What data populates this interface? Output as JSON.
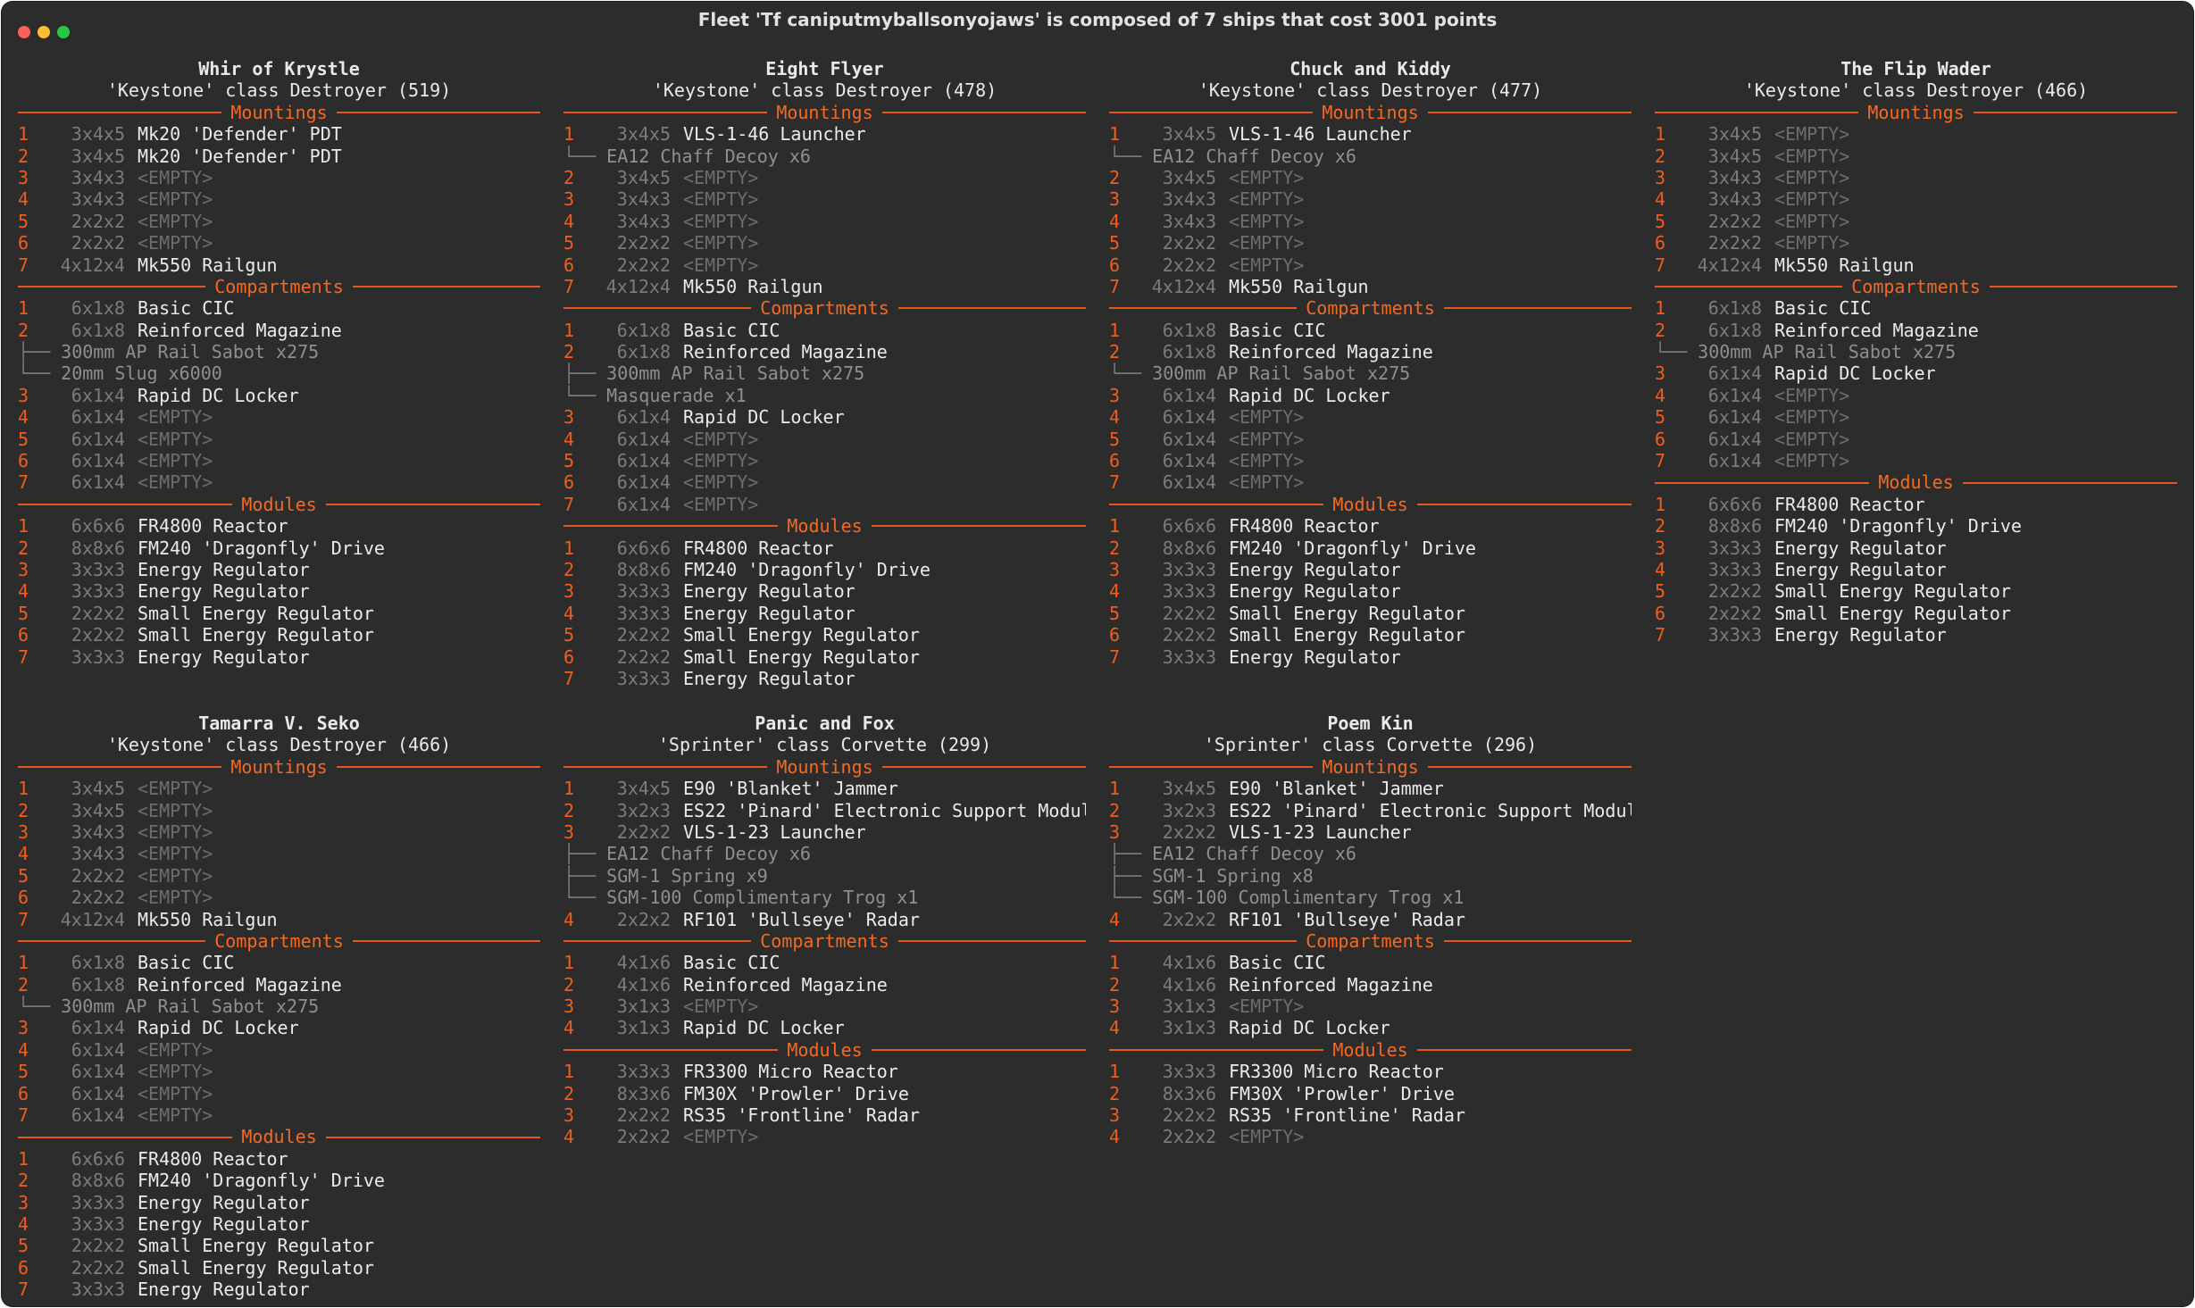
{
  "window": {
    "title": "Fleet 'Tf caniputmyballsonyojaws' is composed of 7 ships that cost 3001 points"
  },
  "section_labels": {
    "mountings": "Mountings",
    "compartments": "Compartments",
    "modules": "Modules"
  },
  "ships": [
    {
      "name": "Whir of Krystle",
      "class_line": "'Keystone' class Destroyer (519)",
      "mountings": [
        {
          "idx": "1",
          "size": "3x4x5",
          "item": "Mk20 'Defender' PDT"
        },
        {
          "idx": "2",
          "size": "3x4x5",
          "item": "Mk20 'Defender' PDT"
        },
        {
          "idx": "3",
          "size": "3x4x3",
          "item": "<EMPTY>"
        },
        {
          "idx": "4",
          "size": "3x4x3",
          "item": "<EMPTY>"
        },
        {
          "idx": "5",
          "size": "2x2x2",
          "item": "<EMPTY>"
        },
        {
          "idx": "6",
          "size": "2x2x2",
          "item": "<EMPTY>"
        },
        {
          "idx": "7",
          "size": "4x12x4",
          "item": "Mk550 Railgun"
        }
      ],
      "compartments": [
        {
          "idx": "1",
          "size": "6x1x8",
          "item": "Basic CIC"
        },
        {
          "idx": "2",
          "size": "6x1x8",
          "item": "Reinforced Magazine",
          "subs": [
            {
              "branch": "├──",
              "text": "300mm AP Rail Sabot x275"
            },
            {
              "branch": "└──",
              "text": "20mm Slug x6000"
            }
          ]
        },
        {
          "idx": "3",
          "size": "6x1x4",
          "item": "Rapid DC Locker"
        },
        {
          "idx": "4",
          "size": "6x1x4",
          "item": "<EMPTY>"
        },
        {
          "idx": "5",
          "size": "6x1x4",
          "item": "<EMPTY>"
        },
        {
          "idx": "6",
          "size": "6x1x4",
          "item": "<EMPTY>"
        },
        {
          "idx": "7",
          "size": "6x1x4",
          "item": "<EMPTY>"
        }
      ],
      "modules": [
        {
          "idx": "1",
          "size": "6x6x6",
          "item": "FR4800 Reactor"
        },
        {
          "idx": "2",
          "size": "8x8x6",
          "item": "FM240 'Dragonfly' Drive"
        },
        {
          "idx": "3",
          "size": "3x3x3",
          "item": "Energy Regulator"
        },
        {
          "idx": "4",
          "size": "3x3x3",
          "item": "Energy Regulator"
        },
        {
          "idx": "5",
          "size": "2x2x2",
          "item": "Small Energy Regulator"
        },
        {
          "idx": "6",
          "size": "2x2x2",
          "item": "Small Energy Regulator"
        },
        {
          "idx": "7",
          "size": "3x3x3",
          "item": "Energy Regulator"
        }
      ]
    },
    {
      "name": "Eight Flyer",
      "class_line": "'Keystone' class Destroyer (478)",
      "mountings": [
        {
          "idx": "1",
          "size": "3x4x5",
          "item": "VLS-1-46 Launcher",
          "subs": [
            {
              "branch": "└──",
              "text": "EA12 Chaff Decoy x6"
            }
          ]
        },
        {
          "idx": "2",
          "size": "3x4x5",
          "item": "<EMPTY>"
        },
        {
          "idx": "3",
          "size": "3x4x3",
          "item": "<EMPTY>"
        },
        {
          "idx": "4",
          "size": "3x4x3",
          "item": "<EMPTY>"
        },
        {
          "idx": "5",
          "size": "2x2x2",
          "item": "<EMPTY>"
        },
        {
          "idx": "6",
          "size": "2x2x2",
          "item": "<EMPTY>"
        },
        {
          "idx": "7",
          "size": "4x12x4",
          "item": "Mk550 Railgun"
        }
      ],
      "compartments": [
        {
          "idx": "1",
          "size": "6x1x8",
          "item": "Basic CIC"
        },
        {
          "idx": "2",
          "size": "6x1x8",
          "item": "Reinforced Magazine",
          "subs": [
            {
              "branch": "├──",
              "text": "300mm AP Rail Sabot x275"
            },
            {
              "branch": "└──",
              "text": "Masquerade x1"
            }
          ]
        },
        {
          "idx": "3",
          "size": "6x1x4",
          "item": "Rapid DC Locker"
        },
        {
          "idx": "4",
          "size": "6x1x4",
          "item": "<EMPTY>"
        },
        {
          "idx": "5",
          "size": "6x1x4",
          "item": "<EMPTY>"
        },
        {
          "idx": "6",
          "size": "6x1x4",
          "item": "<EMPTY>"
        },
        {
          "idx": "7",
          "size": "6x1x4",
          "item": "<EMPTY>"
        }
      ],
      "modules": [
        {
          "idx": "1",
          "size": "6x6x6",
          "item": "FR4800 Reactor"
        },
        {
          "idx": "2",
          "size": "8x8x6",
          "item": "FM240 'Dragonfly' Drive"
        },
        {
          "idx": "3",
          "size": "3x3x3",
          "item": "Energy Regulator"
        },
        {
          "idx": "4",
          "size": "3x3x3",
          "item": "Energy Regulator"
        },
        {
          "idx": "5",
          "size": "2x2x2",
          "item": "Small Energy Regulator"
        },
        {
          "idx": "6",
          "size": "2x2x2",
          "item": "Small Energy Regulator"
        },
        {
          "idx": "7",
          "size": "3x3x3",
          "item": "Energy Regulator"
        }
      ]
    },
    {
      "name": "Chuck and Kiddy",
      "class_line": "'Keystone' class Destroyer (477)",
      "mountings": [
        {
          "idx": "1",
          "size": "3x4x5",
          "item": "VLS-1-46 Launcher",
          "subs": [
            {
              "branch": "└──",
              "text": "EA12 Chaff Decoy x6"
            }
          ]
        },
        {
          "idx": "2",
          "size": "3x4x5",
          "item": "<EMPTY>"
        },
        {
          "idx": "3",
          "size": "3x4x3",
          "item": "<EMPTY>"
        },
        {
          "idx": "4",
          "size": "3x4x3",
          "item": "<EMPTY>"
        },
        {
          "idx": "5",
          "size": "2x2x2",
          "item": "<EMPTY>"
        },
        {
          "idx": "6",
          "size": "2x2x2",
          "item": "<EMPTY>"
        },
        {
          "idx": "7",
          "size": "4x12x4",
          "item": "Mk550 Railgun"
        }
      ],
      "compartments": [
        {
          "idx": "1",
          "size": "6x1x8",
          "item": "Basic CIC"
        },
        {
          "idx": "2",
          "size": "6x1x8",
          "item": "Reinforced Magazine",
          "subs": [
            {
              "branch": "└──",
              "text": "300mm AP Rail Sabot x275"
            }
          ]
        },
        {
          "idx": "3",
          "size": "6x1x4",
          "item": "Rapid DC Locker"
        },
        {
          "idx": "4",
          "size": "6x1x4",
          "item": "<EMPTY>"
        },
        {
          "idx": "5",
          "size": "6x1x4",
          "item": "<EMPTY>"
        },
        {
          "idx": "6",
          "size": "6x1x4",
          "item": "<EMPTY>"
        },
        {
          "idx": "7",
          "size": "6x1x4",
          "item": "<EMPTY>"
        }
      ],
      "modules": [
        {
          "idx": "1",
          "size": "6x6x6",
          "item": "FR4800 Reactor"
        },
        {
          "idx": "2",
          "size": "8x8x6",
          "item": "FM240 'Dragonfly' Drive"
        },
        {
          "idx": "3",
          "size": "3x3x3",
          "item": "Energy Regulator"
        },
        {
          "idx": "4",
          "size": "3x3x3",
          "item": "Energy Regulator"
        },
        {
          "idx": "5",
          "size": "2x2x2",
          "item": "Small Energy Regulator"
        },
        {
          "idx": "6",
          "size": "2x2x2",
          "item": "Small Energy Regulator"
        },
        {
          "idx": "7",
          "size": "3x3x3",
          "item": "Energy Regulator"
        }
      ]
    },
    {
      "name": "The Flip Wader",
      "class_line": "'Keystone' class Destroyer (466)",
      "mountings": [
        {
          "idx": "1",
          "size": "3x4x5",
          "item": "<EMPTY>"
        },
        {
          "idx": "2",
          "size": "3x4x5",
          "item": "<EMPTY>"
        },
        {
          "idx": "3",
          "size": "3x4x3",
          "item": "<EMPTY>"
        },
        {
          "idx": "4",
          "size": "3x4x3",
          "item": "<EMPTY>"
        },
        {
          "idx": "5",
          "size": "2x2x2",
          "item": "<EMPTY>"
        },
        {
          "idx": "6",
          "size": "2x2x2",
          "item": "<EMPTY>"
        },
        {
          "idx": "7",
          "size": "4x12x4",
          "item": "Mk550 Railgun"
        }
      ],
      "compartments": [
        {
          "idx": "1",
          "size": "6x1x8",
          "item": "Basic CIC"
        },
        {
          "idx": "2",
          "size": "6x1x8",
          "item": "Reinforced Magazine",
          "subs": [
            {
              "branch": "└──",
              "text": "300mm AP Rail Sabot x275"
            }
          ]
        },
        {
          "idx": "3",
          "size": "6x1x4",
          "item": "Rapid DC Locker"
        },
        {
          "idx": "4",
          "size": "6x1x4",
          "item": "<EMPTY>"
        },
        {
          "idx": "5",
          "size": "6x1x4",
          "item": "<EMPTY>"
        },
        {
          "idx": "6",
          "size": "6x1x4",
          "item": "<EMPTY>"
        },
        {
          "idx": "7",
          "size": "6x1x4",
          "item": "<EMPTY>"
        }
      ],
      "modules": [
        {
          "idx": "1",
          "size": "6x6x6",
          "item": "FR4800 Reactor"
        },
        {
          "idx": "2",
          "size": "8x8x6",
          "item": "FM240 'Dragonfly' Drive"
        },
        {
          "idx": "3",
          "size": "3x3x3",
          "item": "Energy Regulator"
        },
        {
          "idx": "4",
          "size": "3x3x3",
          "item": "Energy Regulator"
        },
        {
          "idx": "5",
          "size": "2x2x2",
          "item": "Small Energy Regulator"
        },
        {
          "idx": "6",
          "size": "2x2x2",
          "item": "Small Energy Regulator"
        },
        {
          "idx": "7",
          "size": "3x3x3",
          "item": "Energy Regulator"
        }
      ]
    },
    {
      "name": "Tamarra V. Seko",
      "class_line": "'Keystone' class Destroyer (466)",
      "mountings": [
        {
          "idx": "1",
          "size": "3x4x5",
          "item": "<EMPTY>"
        },
        {
          "idx": "2",
          "size": "3x4x5",
          "item": "<EMPTY>"
        },
        {
          "idx": "3",
          "size": "3x4x3",
          "item": "<EMPTY>"
        },
        {
          "idx": "4",
          "size": "3x4x3",
          "item": "<EMPTY>"
        },
        {
          "idx": "5",
          "size": "2x2x2",
          "item": "<EMPTY>"
        },
        {
          "idx": "6",
          "size": "2x2x2",
          "item": "<EMPTY>"
        },
        {
          "idx": "7",
          "size": "4x12x4",
          "item": "Mk550 Railgun"
        }
      ],
      "compartments": [
        {
          "idx": "1",
          "size": "6x1x8",
          "item": "Basic CIC"
        },
        {
          "idx": "2",
          "size": "6x1x8",
          "item": "Reinforced Magazine",
          "subs": [
            {
              "branch": "└──",
              "text": "300mm AP Rail Sabot x275"
            }
          ]
        },
        {
          "idx": "3",
          "size": "6x1x4",
          "item": "Rapid DC Locker"
        },
        {
          "idx": "4",
          "size": "6x1x4",
          "item": "<EMPTY>"
        },
        {
          "idx": "5",
          "size": "6x1x4",
          "item": "<EMPTY>"
        },
        {
          "idx": "6",
          "size": "6x1x4",
          "item": "<EMPTY>"
        },
        {
          "idx": "7",
          "size": "6x1x4",
          "item": "<EMPTY>"
        }
      ],
      "modules": [
        {
          "idx": "1",
          "size": "6x6x6",
          "item": "FR4800 Reactor"
        },
        {
          "idx": "2",
          "size": "8x8x6",
          "item": "FM240 'Dragonfly' Drive"
        },
        {
          "idx": "3",
          "size": "3x3x3",
          "item": "Energy Regulator"
        },
        {
          "idx": "4",
          "size": "3x3x3",
          "item": "Energy Regulator"
        },
        {
          "idx": "5",
          "size": "2x2x2",
          "item": "Small Energy Regulator"
        },
        {
          "idx": "6",
          "size": "2x2x2",
          "item": "Small Energy Regulator"
        },
        {
          "idx": "7",
          "size": "3x3x3",
          "item": "Energy Regulator"
        }
      ]
    },
    {
      "name": "Panic and Fox",
      "class_line": "'Sprinter' class Corvette (299)",
      "mountings": [
        {
          "idx": "1",
          "size": "3x4x5",
          "item": "E90 'Blanket' Jammer"
        },
        {
          "idx": "2",
          "size": "3x2x3",
          "item": "ES22 'Pinard' Electronic Support Modul"
        },
        {
          "idx": "3",
          "size": "2x2x2",
          "item": "VLS-1-23 Launcher",
          "subs": [
            {
              "branch": "├──",
              "text": "EA12 Chaff Decoy x6"
            },
            {
              "branch": "├──",
              "text": "SGM-1 Spring x9"
            },
            {
              "branch": "└──",
              "text": "SGM-100 Complimentary Trog x1"
            }
          ]
        },
        {
          "idx": "4",
          "size": "2x2x2",
          "item": "RF101 'Bullseye' Radar"
        }
      ],
      "compartments": [
        {
          "idx": "1",
          "size": "4x1x6",
          "item": "Basic CIC"
        },
        {
          "idx": "2",
          "size": "4x1x6",
          "item": "Reinforced Magazine"
        },
        {
          "idx": "3",
          "size": "3x1x3",
          "item": "<EMPTY>"
        },
        {
          "idx": "4",
          "size": "3x1x3",
          "item": "Rapid DC Locker"
        }
      ],
      "modules": [
        {
          "idx": "1",
          "size": "3x3x3",
          "item": "FR3300 Micro Reactor"
        },
        {
          "idx": "2",
          "size": "8x3x6",
          "item": "FM30X 'Prowler' Drive"
        },
        {
          "idx": "3",
          "size": "2x2x2",
          "item": "RS35 'Frontline' Radar"
        },
        {
          "idx": "4",
          "size": "2x2x2",
          "item": "<EMPTY>"
        }
      ]
    },
    {
      "name": "Poem Kin",
      "class_line": "'Sprinter' class Corvette (296)",
      "mountings": [
        {
          "idx": "1",
          "size": "3x4x5",
          "item": "E90 'Blanket' Jammer"
        },
        {
          "idx": "2",
          "size": "3x2x3",
          "item": "ES22 'Pinard' Electronic Support Modul"
        },
        {
          "idx": "3",
          "size": "2x2x2",
          "item": "VLS-1-23 Launcher",
          "subs": [
            {
              "branch": "├──",
              "text": "EA12 Chaff Decoy x6"
            },
            {
              "branch": "├──",
              "text": "SGM-1 Spring x8"
            },
            {
              "branch": "└──",
              "text": "SGM-100 Complimentary Trog x1"
            }
          ]
        },
        {
          "idx": "4",
          "size": "2x2x2",
          "item": "RF101 'Bullseye' Radar"
        }
      ],
      "compartments": [
        {
          "idx": "1",
          "size": "4x1x6",
          "item": "Basic CIC"
        },
        {
          "idx": "2",
          "size": "4x1x6",
          "item": "Reinforced Magazine"
        },
        {
          "idx": "3",
          "size": "3x1x3",
          "item": "<EMPTY>"
        },
        {
          "idx": "4",
          "size": "3x1x3",
          "item": "Rapid DC Locker"
        }
      ],
      "modules": [
        {
          "idx": "1",
          "size": "3x3x3",
          "item": "FR3300 Micro Reactor"
        },
        {
          "idx": "2",
          "size": "8x3x6",
          "item": "FM30X 'Prowler' Drive"
        },
        {
          "idx": "3",
          "size": "2x2x2",
          "item": "RS35 'Frontline' Radar"
        },
        {
          "idx": "4",
          "size": "2x2x2",
          "item": "<EMPTY>"
        }
      ]
    }
  ]
}
